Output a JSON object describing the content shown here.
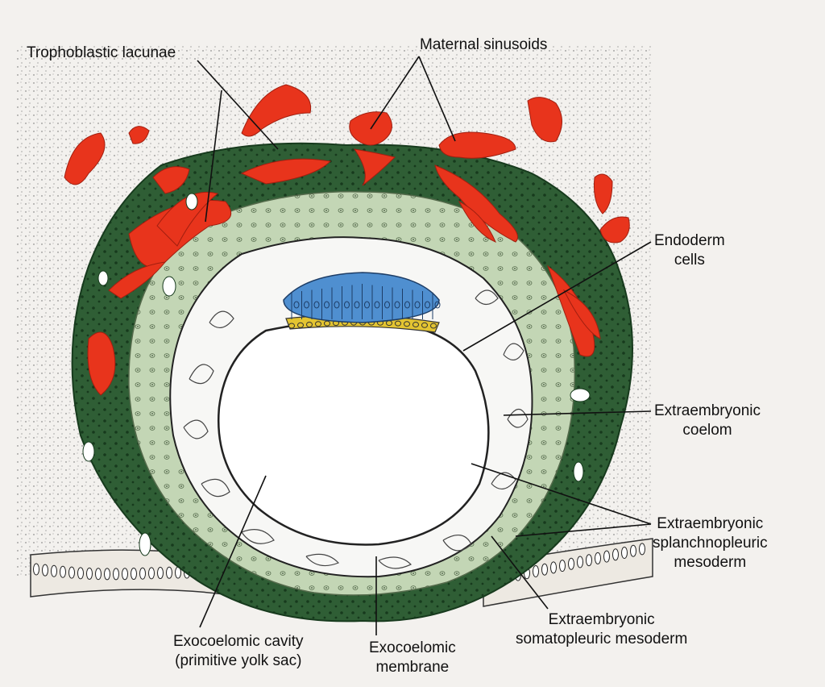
{
  "labels": {
    "trophoblastic_lacunae": "Trophoblastic lacunae",
    "maternal_sinusoids": "Maternal sinusoids",
    "endoderm_cells": "Endoderm\ncells",
    "extraembryonic_coelom": "Extraembryonic\ncoelom",
    "splanchnopleuric_mesoderm": "Extraembryonic\nsplanchnopleuric\nmesoderm",
    "somatopleuric_mesoderm": "Extraembryonic\nsomatopleuric mesoderm",
    "exocoelomic_cavity": "Exocoelomic cavity\n(primitive yolk sac)",
    "exocoelomic_membrane": "Exocoelomic\nmembrane"
  },
  "colors": {
    "background": "#f3f1ee",
    "trophoblast_dark_green": "#2f5e35",
    "cytotrophoblast_light_green": "#c3d6b5",
    "lacunae_red": "#e8341c",
    "epiblast_blue": "#4f8fd0",
    "hypoblast_yellow": "#e3c431",
    "coelom_white": "#f7f7f5"
  }
}
